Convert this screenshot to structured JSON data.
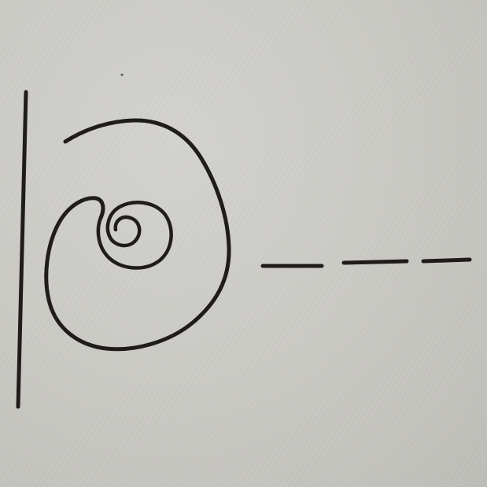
{
  "scene": {
    "description_kind": "hand-drawn sketch on paper",
    "colors": {
      "paper": "#c9c8c3",
      "ink": "#1f1c1c"
    },
    "elements": {
      "vertical_line": "wall",
      "spiral": "coiled spiral",
      "dashes": {
        "count": 3
      },
      "specks": {
        "count": 1
      }
    }
  }
}
